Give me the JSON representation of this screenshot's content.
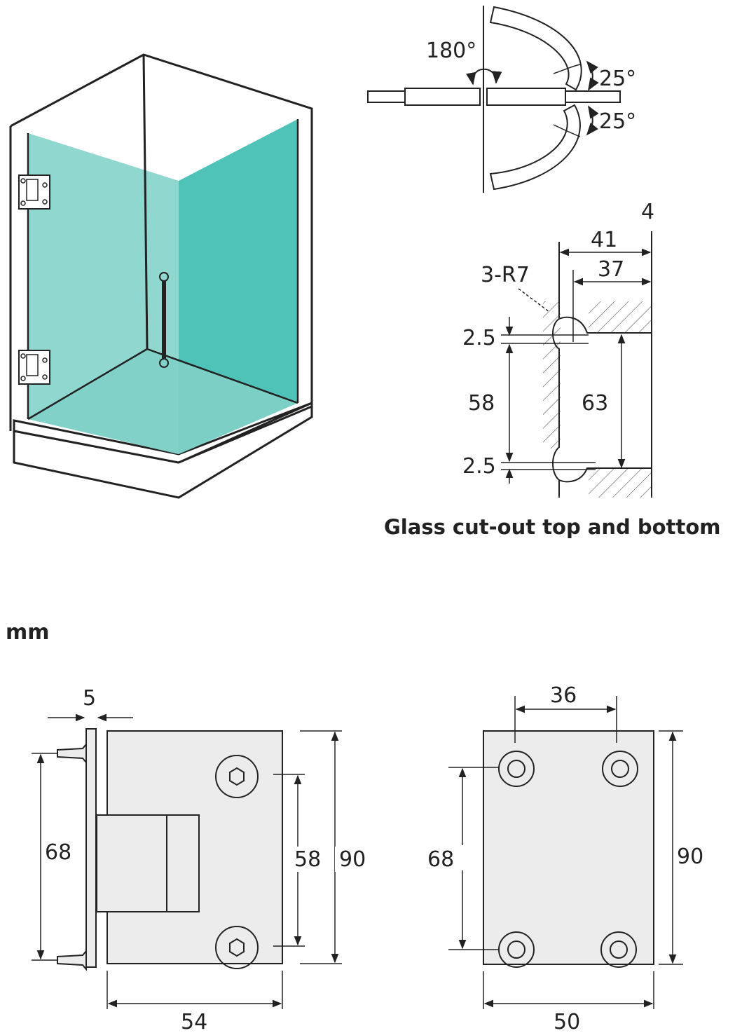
{
  "colors": {
    "glass": "#4fc3b8",
    "glass_light": "#8fd7cf",
    "line": "#222222",
    "metal": "#ececec"
  },
  "rotation": {
    "open_angle": "180°",
    "upper_swing": "25°",
    "lower_swing": "25°"
  },
  "cutout": {
    "thickness": "4",
    "width_outer": "41",
    "width_inner": "37",
    "radius": "3-R7",
    "gap_top": "2.5",
    "gap_bottom": "2.5",
    "inner_height": "58",
    "outer_height": "63",
    "caption": "Glass cut-out top and bottom"
  },
  "unit": "mm",
  "hinge_front": {
    "plate_thickness": "5",
    "screw_spacing": "68",
    "hole_spacing": "58",
    "height": "90",
    "width": "54"
  },
  "hinge_back": {
    "hole_pitch_x": "36",
    "hole_spacing": "68",
    "height": "90",
    "width": "50"
  }
}
